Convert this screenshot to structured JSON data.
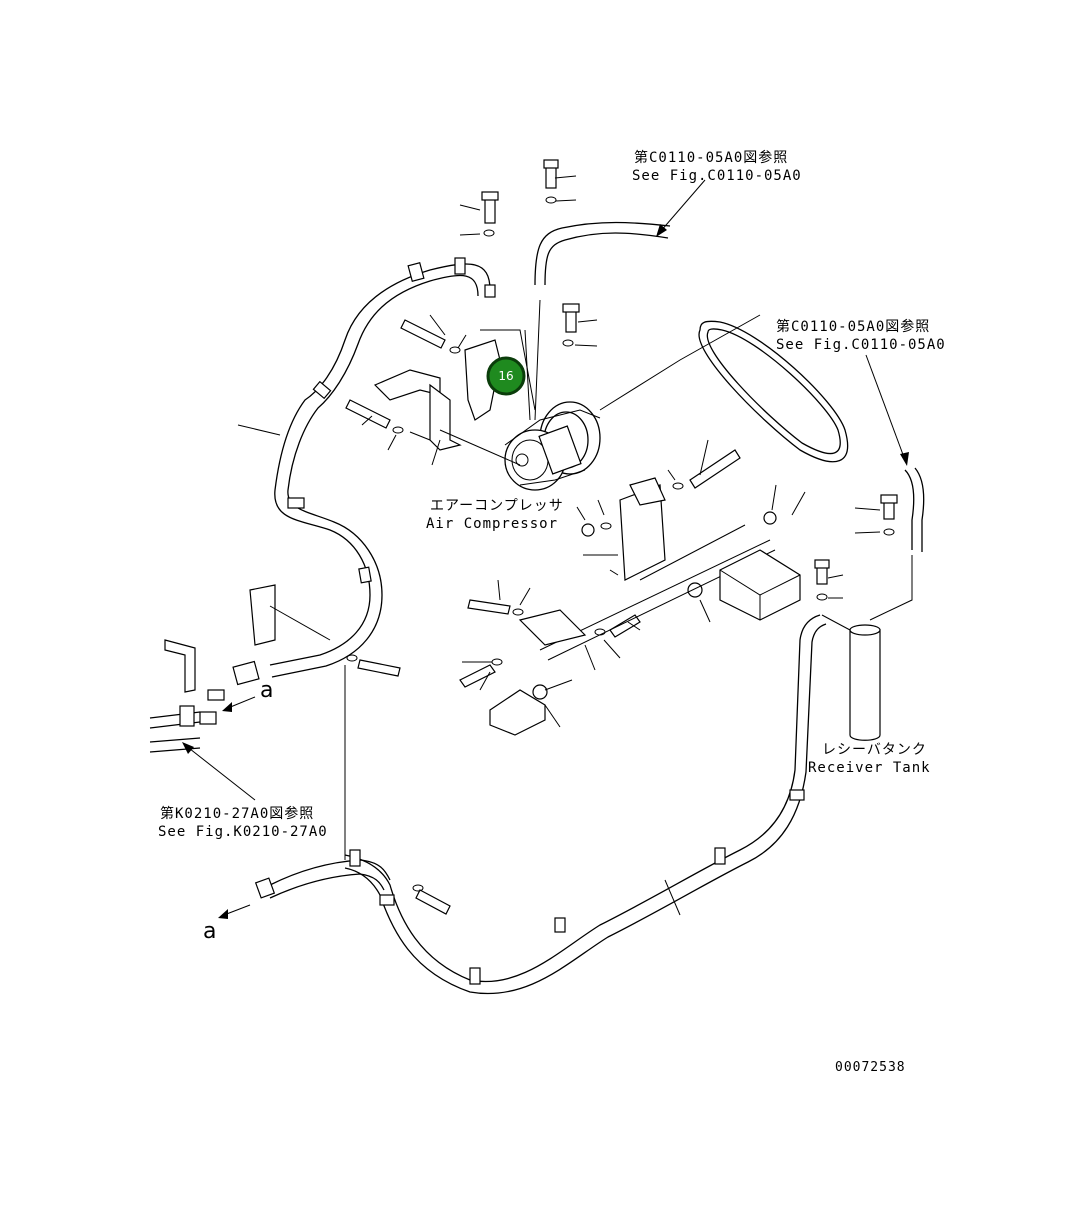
{
  "labels": {
    "ref_top_jp": "第C0110-05A0図参照",
    "ref_top_en": "See Fig.C0110-05A0",
    "ref_belt_jp": "第C0110-05A0図参照",
    "ref_belt_en": "See Fig.C0110-05A0",
    "compressor_jp": "エアーコンプレッサ",
    "compressor_en": "Air Compressor",
    "receiver_jp": "レシーバタンク",
    "receiver_en": "Receiver Tank",
    "ref_left_jp": "第K0210-27A0図参照",
    "ref_left_en": "See Fig.K0210-27A0",
    "arrow_a_1": "a",
    "arrow_a_2": "a",
    "drawing_number": "00072538"
  },
  "callout": {
    "number": "16",
    "color": "#1f8a1f"
  }
}
